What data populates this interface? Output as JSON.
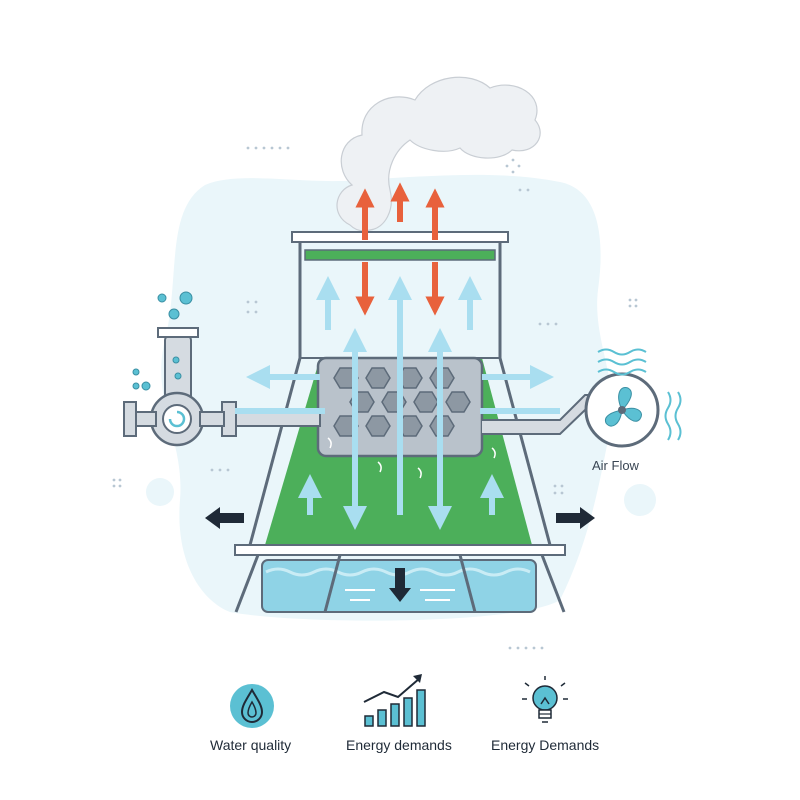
{
  "diagram": {
    "subject": "cooling tower",
    "labels": {
      "air_flow": "Air Flow"
    },
    "legend": [
      {
        "icon": "water-drop-icon",
        "label": "Water quality"
      },
      {
        "icon": "bar-chart-icon",
        "label": "Energy demands"
      },
      {
        "icon": "lightbulb-icon",
        "label": "Energy Demands"
      }
    ],
    "colors": {
      "outline": "#5d6b7a",
      "fill_media": "#4caf5a",
      "water": "#8fd3e6",
      "air_arrow": "#a9def0",
      "hot_arrow": "#e8613c",
      "dark_arrow": "#1f2a37",
      "teal_icon": "#5bc0d3",
      "background_blob": "#eaf6fa"
    }
  }
}
